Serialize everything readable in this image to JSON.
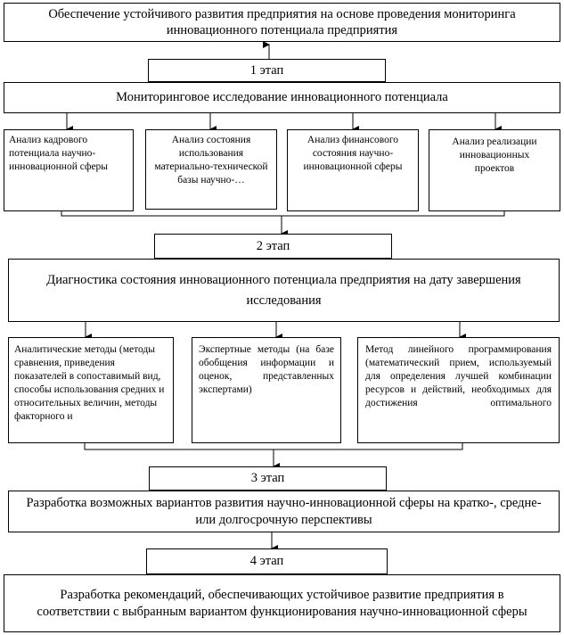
{
  "goal": "Обеспечение устойчивого развития предприятия на основе проведения мониторинга инновационного потенциала предприятия",
  "stage1": {
    "label": "1 этап",
    "title": "Мониторинговое исследование инновационного потенциала",
    "items": [
      "Анализ кадрового потенциала научно-инновационной сферы",
      "Анализ состояния использования материально-технической базы научно-…",
      "Анализ финансового состояния научно-инновационной сферы",
      "Анализ реализации инновационных проектов"
    ]
  },
  "stage2": {
    "label": "2 этап",
    "title": "Диагностика состояния инновационного потенциала предприятия на дату завершения исследования",
    "methods": [
      "Аналитические методы (методы сравнения, приведения показателей в сопоставимый вид, способы использования средних и относительных величин, методы факторного и",
      "Экспертные методы (на базе обобщения информации и оценок, представленных экспертами)",
      "Метод линейного программирования (математический прием, используемый для определения лучшей комбинации ресурсов и действий, необходимых для достижения оптимального"
    ]
  },
  "stage3": {
    "label": "3 этап",
    "title": "Разработка возможных вариантов развития научно-инновационной сферы на кратко-, средне- или долгосрочную перспективы"
  },
  "stage4": {
    "label": "4 этап",
    "title": "Разработка рекомендаций, обеспечивающих устойчивое развитие предприятия в соответствии с выбранным вариантом функционирования научно-инновационной сферы"
  }
}
